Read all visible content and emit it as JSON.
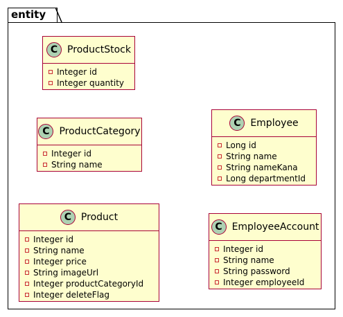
{
  "package": {
    "title": "entity"
  },
  "classes": {
    "product_stock": {
      "icon": "C",
      "name": "ProductStock",
      "attrs": [
        "Integer id",
        "Integer quantity"
      ]
    },
    "product_category": {
      "icon": "C",
      "name": "ProductCategory",
      "attrs": [
        "Integer id",
        "String name"
      ]
    },
    "employee": {
      "icon": "C",
      "name": "Employee",
      "attrs": [
        "Long id",
        "String name",
        "String nameKana",
        "Long departmentId"
      ]
    },
    "product": {
      "icon": "C",
      "name": "Product",
      "attrs": [
        "Integer id",
        "String name",
        "Integer price",
        "String imageUrl",
        "Integer productCategoryId",
        "Integer deleteFlag"
      ]
    },
    "employee_account": {
      "icon": "C",
      "name": "EmployeeAccount",
      "attrs": [
        "Integer id",
        "String name",
        "String password",
        "Integer employeeId"
      ]
    }
  },
  "colors": {
    "class_fill": "#FEFECE",
    "class_border": "#A80036",
    "class_icon_fill": "#ADD1B2",
    "private_marker": "#C82930"
  }
}
